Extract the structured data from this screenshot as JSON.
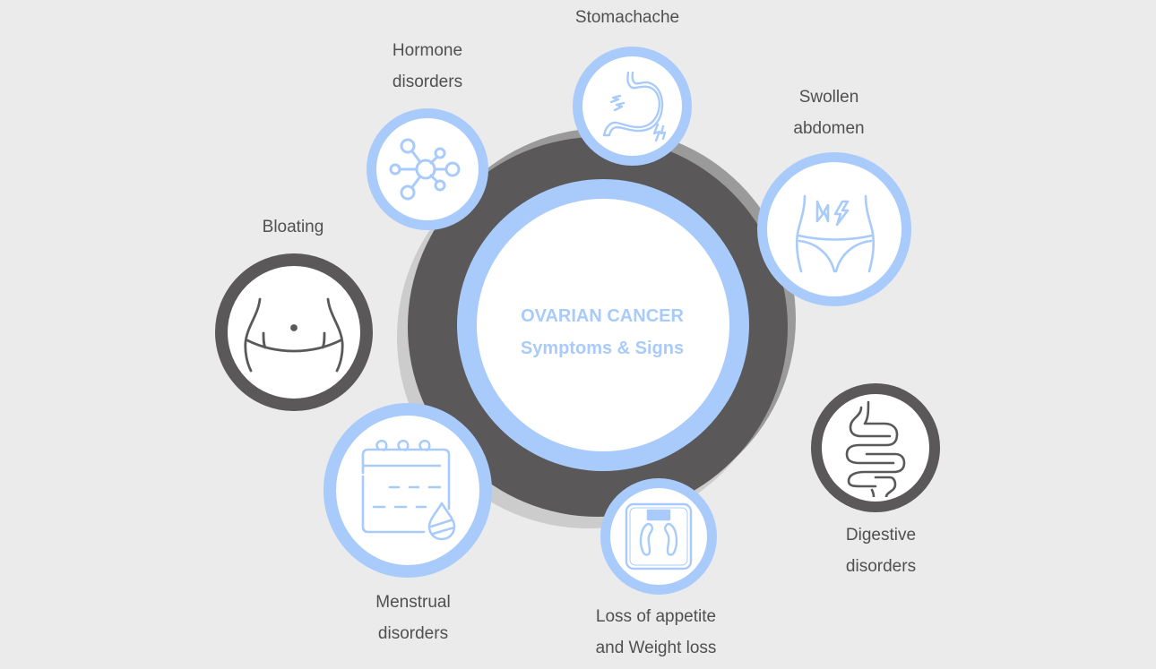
{
  "diagram": {
    "title": "OVARIAN CANCER",
    "subtitle": "Symptoms & Signs",
    "colors": {
      "background": "#ebebeb",
      "accent_blue": "#a9cbfb",
      "dark": "#5a5859",
      "shadow_light": "#cbcccb",
      "shadow_mid": "#9a9a9a",
      "label_text": "#505050"
    },
    "symptoms": [
      {
        "id": "stomachache",
        "label_line1": "Stomachache",
        "label_line2": "",
        "icon": "stomach-pain-icon",
        "style": "blue"
      },
      {
        "id": "hormone",
        "label_line1": "Hormone",
        "label_line2": "disorders",
        "icon": "hormone-molecule-icon",
        "style": "blue"
      },
      {
        "id": "swollen",
        "label_line1": "Swollen",
        "label_line2": "abdomen",
        "icon": "swollen-abdomen-icon",
        "style": "blue"
      },
      {
        "id": "bloating",
        "label_line1": "Bloating",
        "label_line2": "",
        "icon": "bloating-belly-icon",
        "style": "dark"
      },
      {
        "id": "menstrual",
        "label_line1": "Menstrual",
        "label_line2": "disorders",
        "icon": "calendar-blood-drop-icon",
        "style": "blue"
      },
      {
        "id": "weight",
        "label_line1": "Loss of appetite",
        "label_line2": "and Weight loss",
        "icon": "weight-scale-icon",
        "style": "blue"
      },
      {
        "id": "digestive",
        "label_line1": "Digestive",
        "label_line2": "disorders",
        "icon": "intestine-icon",
        "style": "dark"
      }
    ]
  }
}
